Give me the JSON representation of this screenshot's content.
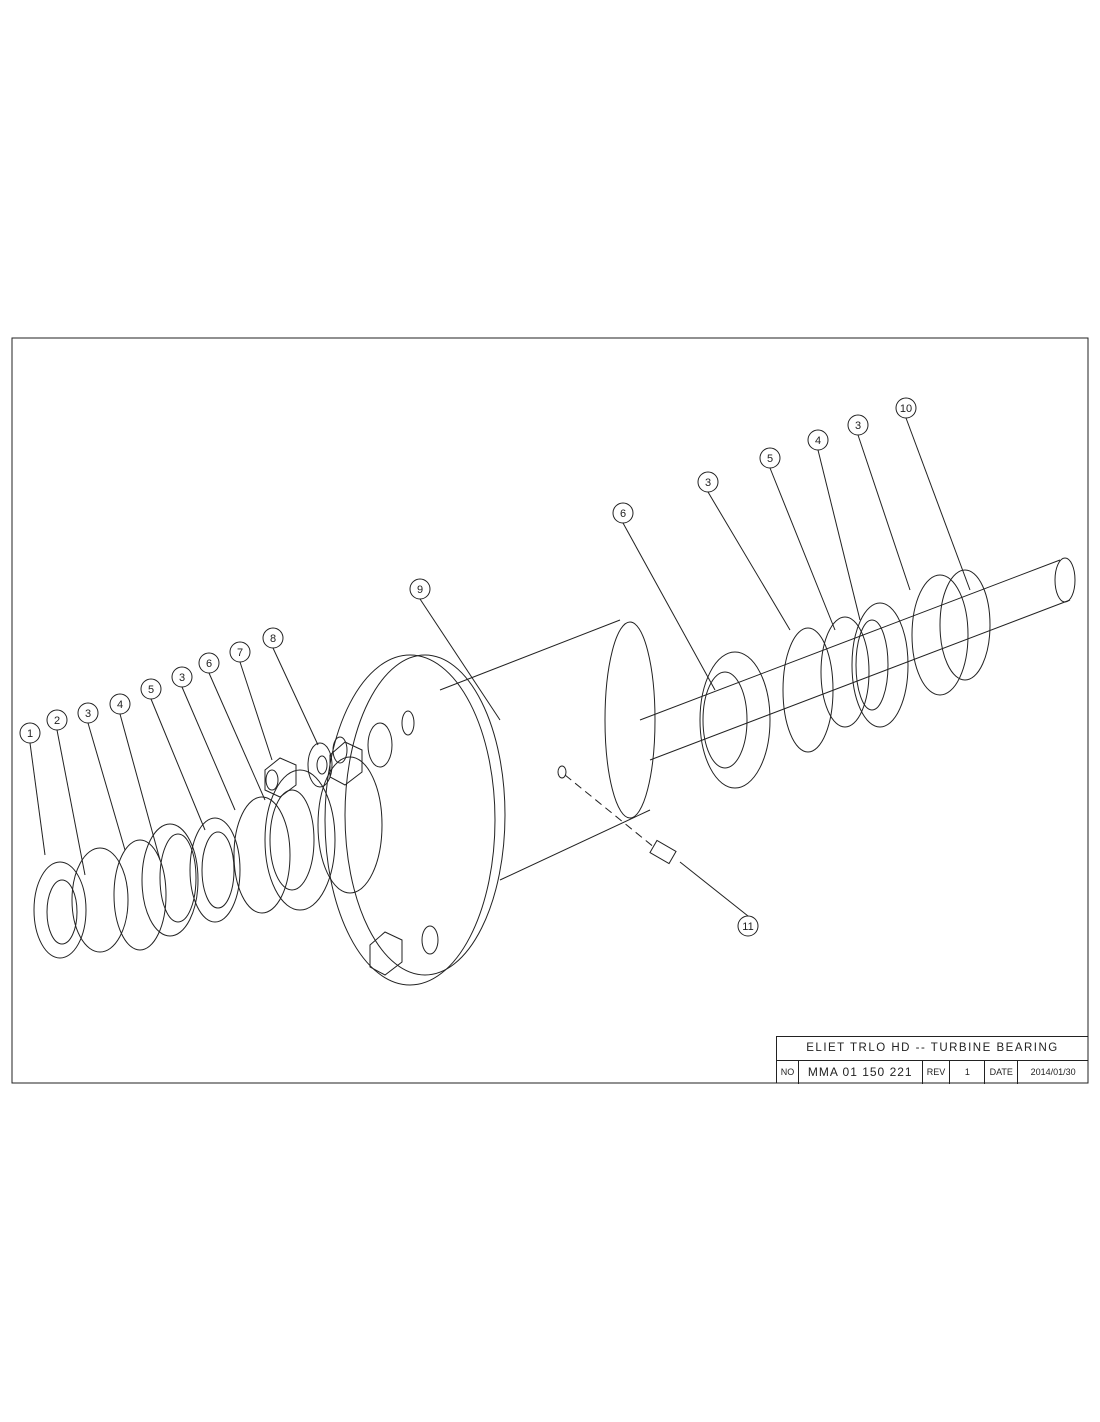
{
  "title_block": {
    "title": "ELIET  TRLO  HD  --  TURBINE  BEARING",
    "no_label": "NO",
    "no_value": "MMA  01  150  221",
    "rev_label": "REV",
    "rev_value": "1",
    "date_label": "DATE",
    "date_value": "2014/01/30"
  },
  "balloons": [
    "1",
    "2",
    "3",
    "4",
    "5",
    "3",
    "6",
    "7",
    "8",
    "9",
    "6",
    "3",
    "5",
    "4",
    "3",
    "10",
    "11"
  ]
}
